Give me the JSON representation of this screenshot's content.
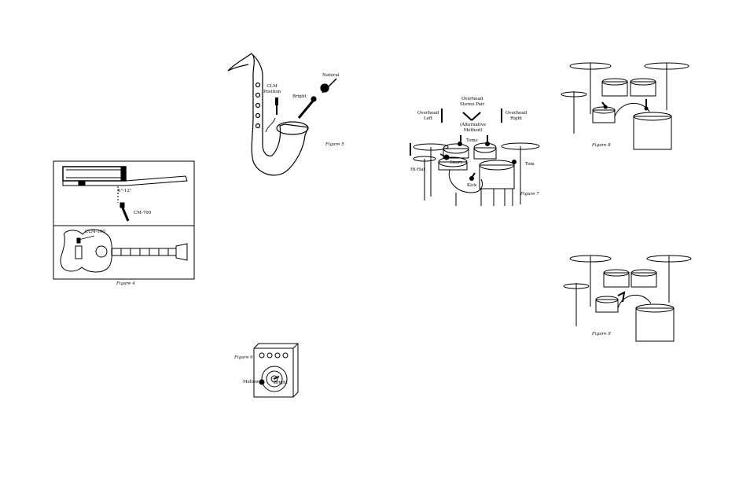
{
  "figure4": {
    "caption": "Figure 4",
    "distance": "6\"-12\"",
    "mic_top": "CM-700",
    "mic_bottom": "CLM-100"
  },
  "figure5": {
    "caption": "Figure 5",
    "clm_position": "CLM\nPosition",
    "bright": "Bright",
    "natural": "Natural"
  },
  "figure6": {
    "caption": "Figure 6",
    "mellow": "Mellow",
    "bright": "Bright"
  },
  "figure7": {
    "caption": "Figure 7",
    "overhead_stereo_pair": "Overhead\nStereo Pair",
    "overhead_left": "Overhead\nLeft",
    "overhead_right": "Overhead\nRight",
    "alternative_method": "(Alternative\nMethod)",
    "toms_center": "Toms",
    "tom_right": "Tom",
    "hihat": "Hi-Hat",
    "snare": "Snare",
    "kick": "Kick"
  },
  "figure8": {
    "caption": "Figure 8"
  },
  "figure9": {
    "caption": "Figure 9"
  }
}
